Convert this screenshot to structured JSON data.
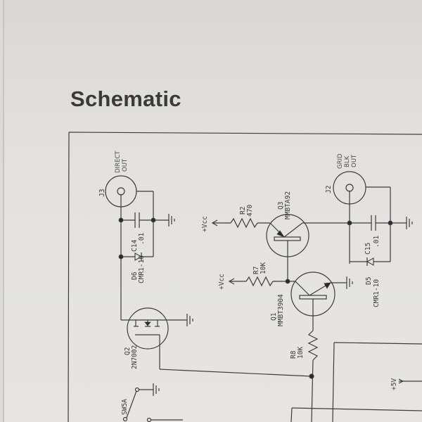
{
  "document": {
    "title": "Schematic"
  },
  "connectors": [
    {
      "ref": "J3",
      "label_line1": "DIRECT",
      "label_line2": "OUT"
    },
    {
      "ref": "J2",
      "label_line1": "GRID",
      "label_line2": "BLK",
      "label_line3": "OUT"
    }
  ],
  "capacitors": [
    {
      "ref": "C14",
      "value": ".01"
    },
    {
      "ref": "C15",
      "value": ".01"
    }
  ],
  "diodes": [
    {
      "ref": "D6",
      "part": "CMR1-10"
    },
    {
      "ref": "D5",
      "part": "CMR1-10"
    }
  ],
  "transistors": [
    {
      "ref": "Q2",
      "part": "2N7002"
    },
    {
      "ref": "Q3",
      "part": "MMBTA92"
    },
    {
      "ref": "Q1",
      "part": "MMBT3904"
    }
  ],
  "resistors": [
    {
      "ref": "R2",
      "value": "470"
    },
    {
      "ref": "R7",
      "value": "10K"
    },
    {
      "ref": "R8",
      "value": "10K"
    }
  ],
  "supplies": {
    "vcc_1": "+Vcc",
    "vcc_2": "+Vcc",
    "v5": "+5V"
  },
  "switches": [
    {
      "ref": "SW5A"
    }
  ]
}
